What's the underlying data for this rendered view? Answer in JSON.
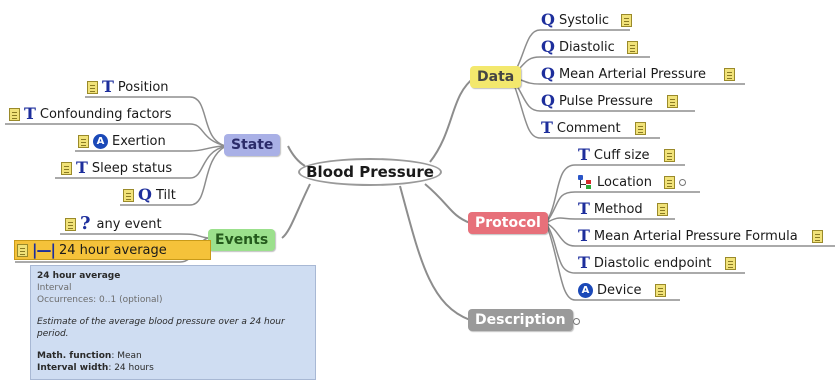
{
  "center": {
    "label": "Blood Pressure"
  },
  "branches": {
    "data": {
      "label": "Data",
      "color": "#f3e86d"
    },
    "state": {
      "label": "State",
      "color": "#a9b0e6"
    },
    "events": {
      "label": "Events",
      "color": "#9be08c"
    },
    "protocol": {
      "label": "Protocol",
      "color": "#e7707a"
    },
    "description": {
      "label": "Description",
      "color": "#9a9a9a"
    }
  },
  "data_items": [
    {
      "label": "Systolic",
      "icon": "quantity-icon"
    },
    {
      "label": "Diastolic",
      "icon": "quantity-icon"
    },
    {
      "label": "Mean Arterial Pressure",
      "icon": "quantity-icon"
    },
    {
      "label": "Pulse Pressure",
      "icon": "quantity-icon"
    },
    {
      "label": "Comment",
      "icon": "text-icon"
    }
  ],
  "state_items": [
    {
      "label": "Position",
      "icon": "text-icon"
    },
    {
      "label": "Confounding factors",
      "icon": "text-icon"
    },
    {
      "label": "Exertion",
      "icon": "archetype-slot-icon"
    },
    {
      "label": "Sleep status",
      "icon": "text-icon"
    },
    {
      "label": "Tilt",
      "icon": "quantity-icon"
    }
  ],
  "events_items": [
    {
      "label": "any event",
      "icon": "any-event-icon"
    },
    {
      "label": "24 hour average",
      "icon": "interval-icon"
    }
  ],
  "protocol_items": [
    {
      "label": "Cuff size",
      "icon": "text-icon"
    },
    {
      "label": "Location",
      "icon": "cluster-icon"
    },
    {
      "label": "Method",
      "icon": "text-icon"
    },
    {
      "label": "Mean Arterial Pressure Formula",
      "icon": "text-icon"
    },
    {
      "label": "Diastolic endpoint",
      "icon": "text-icon"
    },
    {
      "label": "Device",
      "icon": "archetype-slot-icon"
    }
  ],
  "tooltip": {
    "title": "24 hour average",
    "type": "Interval",
    "occurrences": "Occurrences: 0..1 (optional)",
    "description": "Estimate of the average blood pressure over a 24 hour period.",
    "math_label": "Math. function",
    "math_value": ": Mean",
    "width_label": "Interval width",
    "width_value": ": 24 hours"
  }
}
